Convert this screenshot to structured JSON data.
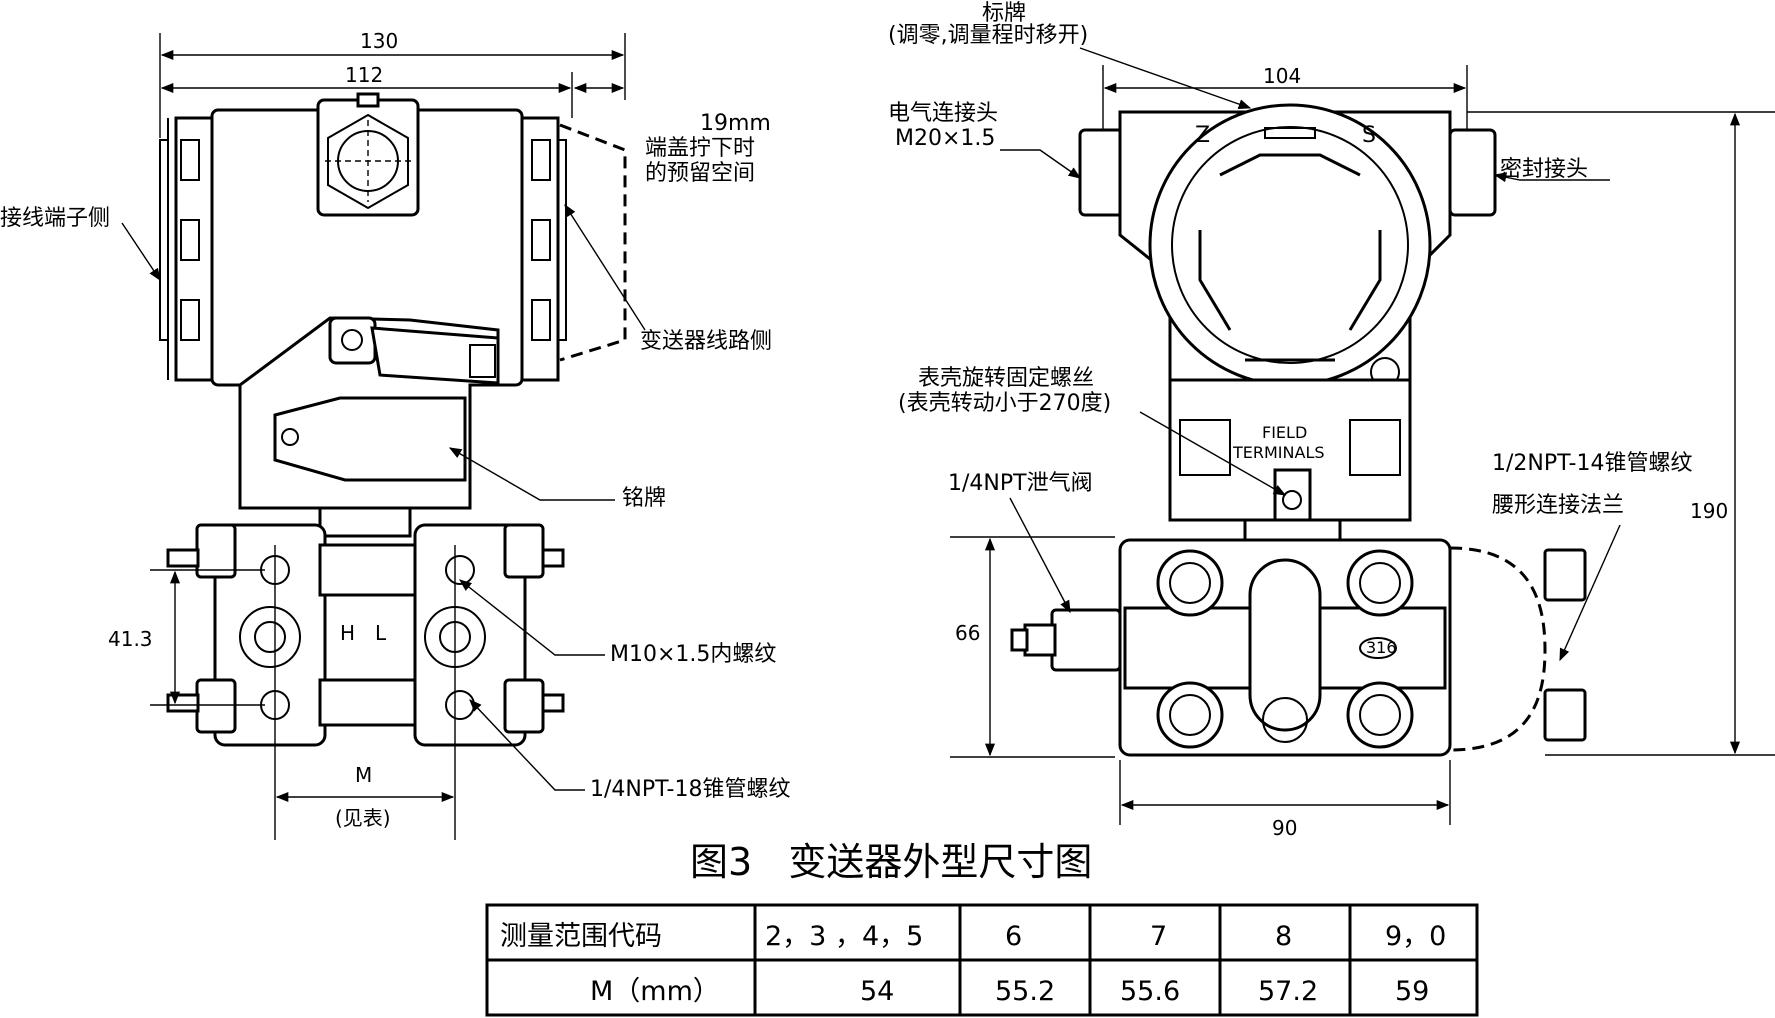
{
  "figure": {
    "title": "图3   变送器外型尺寸图"
  },
  "left_view": {
    "dim_overall": "130",
    "dim_body": "112",
    "note_clearance": [
      "19mm",
      "端盖拧下时",
      "的预留空间"
    ],
    "label_terminal_side": "接线端子侧",
    "label_circuit_side": "变送器线路侧",
    "label_nameplate": "铭牌",
    "label_high": "H",
    "label_low": "L",
    "label_thread_m10": "M10×1.5内螺纹",
    "label_npt18": "1/4NPT-18锥管螺纹",
    "dim_vertical": "41.3",
    "dim_m": "M",
    "dim_m_note": "(见表)"
  },
  "right_view": {
    "label_plate": "标牌",
    "label_plate_note": "(调零,调量程时移开)",
    "dim_top": "104",
    "label_electrical": "电气连接头",
    "label_electrical_spec": "M20×1.5",
    "label_seal": "密封接头",
    "letter_z": "Z",
    "letter_s": "S",
    "label_housing_screw": "表壳旋转固定螺丝",
    "label_housing_screw_note": "(表壳转动小于270度)",
    "field_terminals": [
      "FIELD",
      "TERMINALS"
    ],
    "label_vent": "1/4NPT泄气阀",
    "label_npt14": "1/2NPT-14锥管螺纹",
    "label_flange": "腰形连接法兰",
    "dim_height": "190",
    "dim_flange": "66",
    "dim_width": "90",
    "material_mark": "316"
  },
  "table": {
    "header": "测量范围代码",
    "row_label": "M（mm）",
    "codes": [
      "2，3 ，4，5",
      "6",
      "7",
      "8",
      "9，0"
    ],
    "m_values": [
      "54",
      "55.2",
      "55.6",
      "57.2",
      "59"
    ]
  }
}
